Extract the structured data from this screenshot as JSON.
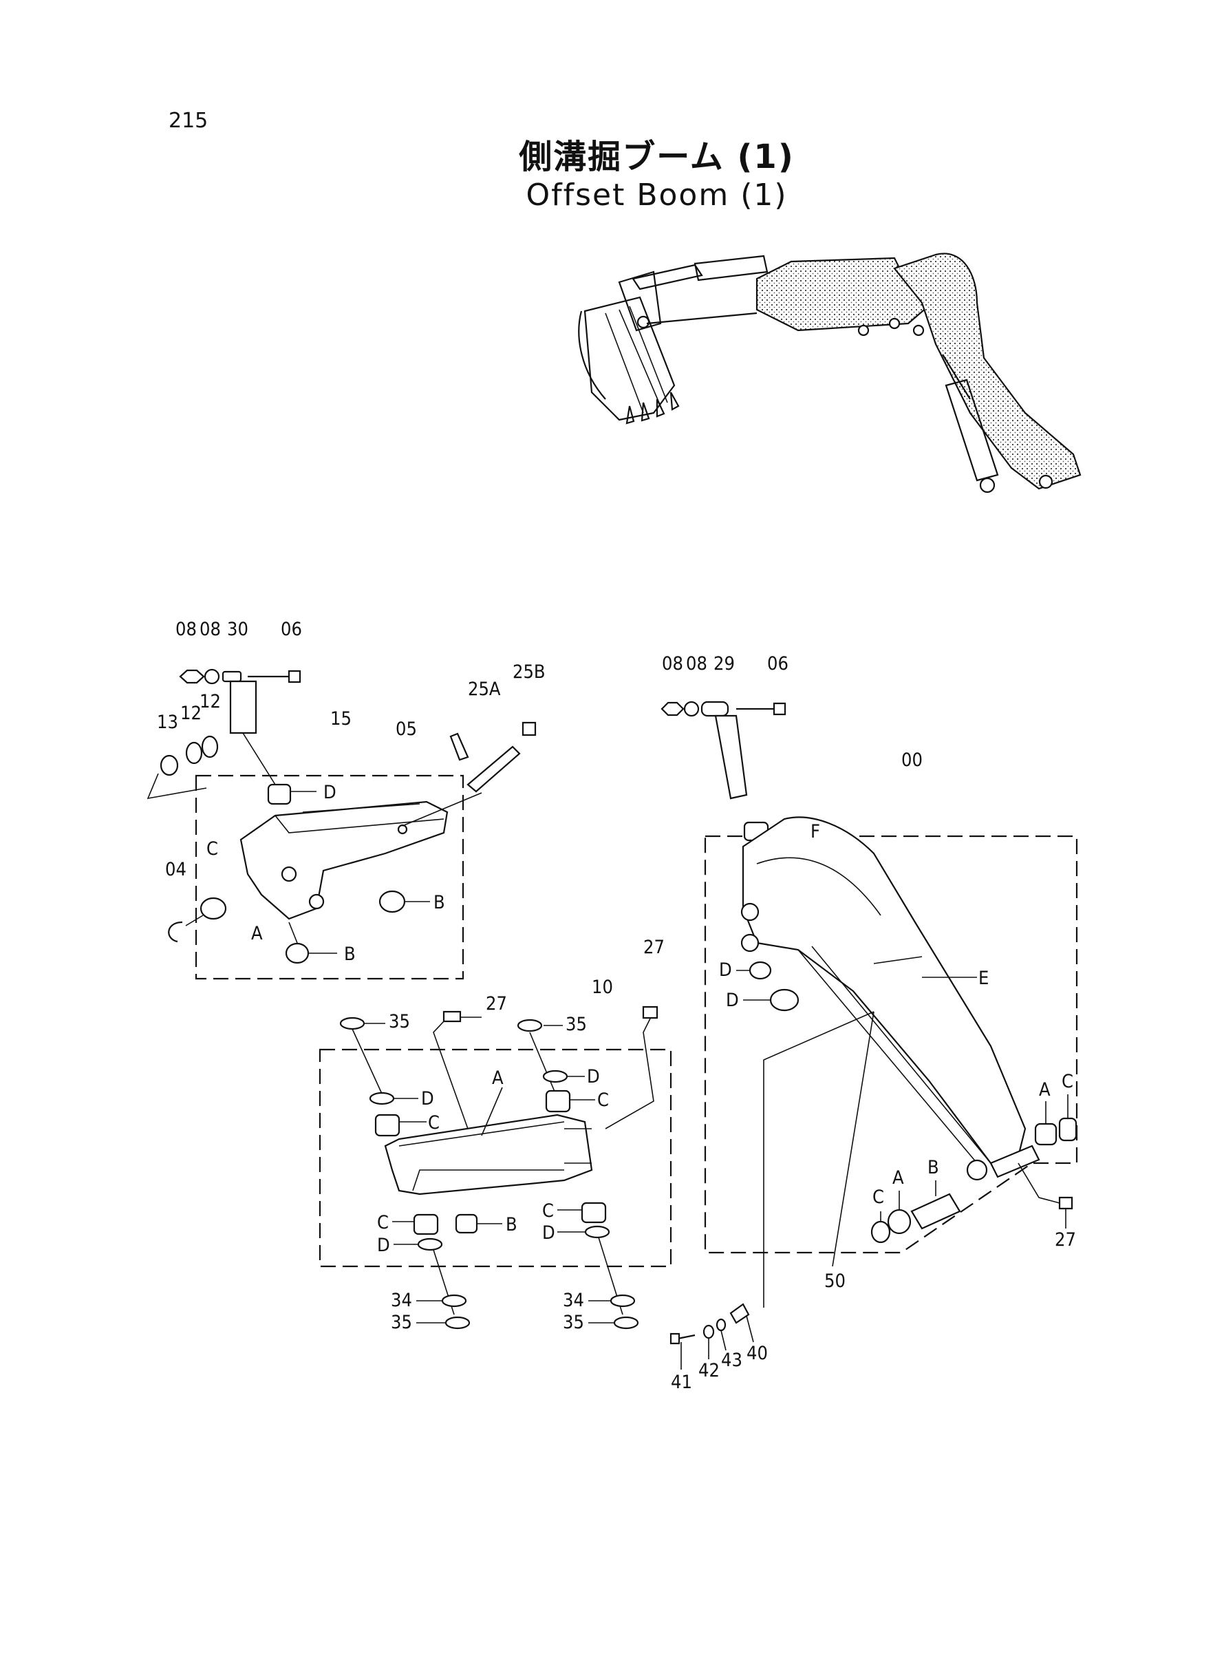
{
  "page_number": "215",
  "title_jp": "側溝掘ブーム (1)",
  "title_en": "Offset Boom (1)",
  "callouts": {
    "c_08a": "08",
    "c_08b": "08",
    "c_30": "30",
    "c_06a": "06",
    "c_13": "13",
    "c_12a": "12",
    "c_12b": "12",
    "c_15": "15",
    "c_05": "05",
    "c_25A": "25A",
    "c_25B": "25B",
    "c_04": "04",
    "c_C_left": "C",
    "c_D_left": "D",
    "c_B_left1": "B",
    "c_A_left": "A",
    "c_B_left2": "B",
    "c_08c": "08",
    "c_08d": "08",
    "c_29": "29",
    "c_06b": "06",
    "c_00": "00",
    "c_F": "F",
    "c_E": "E",
    "c_D_r1": "D",
    "c_D_r2": "D",
    "c_A_r1": "A",
    "c_C_r1": "C",
    "c_A_r2": "A",
    "c_B_r": "B",
    "c_C_r2": "C",
    "c_27_r": "27",
    "c_50": "50",
    "c_27_top": "27",
    "c_10": "10",
    "c_35_a": "35",
    "c_27_mid": "27",
    "c_35_b": "35",
    "c_D_m1": "D",
    "c_D_m2": "D",
    "c_C_m1": "C",
    "c_C_m2": "C",
    "c_A_m": "A",
    "c_C_m3": "C",
    "c_B_m": "B",
    "c_C_m4": "C",
    "c_D_m3": "D",
    "c_D_m4": "D",
    "c_34_a": "34",
    "c_35_c": "35",
    "c_34_b": "34",
    "c_35_d": "35",
    "c_41": "41",
    "c_42": "42",
    "c_43": "43",
    "c_40": "40"
  }
}
